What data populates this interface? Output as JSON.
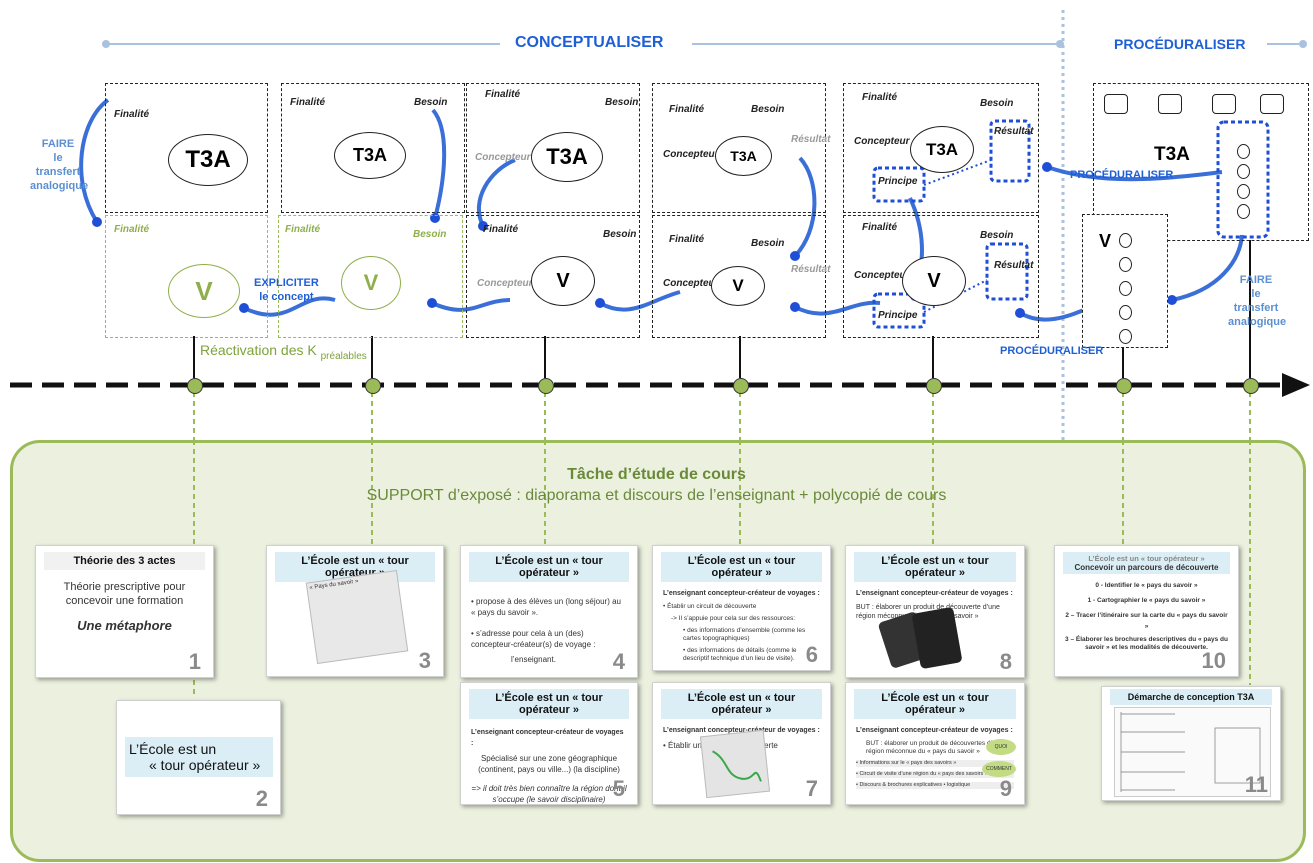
{
  "headers": {
    "conceptualiser": "CONCEPTUALISER",
    "proceduraliser": "PROCÉDURALISER"
  },
  "arrows": {
    "faire_left": [
      "FAIRE",
      "le transfert",
      "analogique"
    ],
    "expliciter": [
      "EXPLICITER",
      "le concept"
    ],
    "proceduraliser_mid": "PROCÉDURALISER",
    "proceduraliser_low": "PROCÉDURALISER",
    "faire_right": [
      "FAIRE",
      "le transfert",
      "analogique"
    ]
  },
  "reactivation": {
    "main": "Réactivation des K",
    "sub": "préalables"
  },
  "labels": {
    "finalite": "Finalité",
    "besoin": "Besoin",
    "concepteur": "Concepteur",
    "resultat": "Résultat",
    "principe": "Principe",
    "t3a": "T3A",
    "v": "V"
  },
  "task": {
    "title": "Tâche d’étude de cours",
    "subtitle": "SUPPORT d’exposé : diaporama et discours de l’enseignant  + polycopié de cours"
  },
  "slides": {
    "s1": {
      "title": "Théorie des 3 actes",
      "text": "Théorie prescriptive pour concevoir une formation",
      "emph": "Une métaphore",
      "num": "1"
    },
    "s2": {
      "line1": "L’École est un",
      "line2": "« tour opérateur »",
      "num": "2"
    },
    "s3": {
      "title": "L’École est un « tour opérateur »",
      "map": "« Pays du savoir »",
      "num": "3"
    },
    "s4": {
      "title": "L’École est un « tour opérateur »",
      "b1": "• propose à des élèves un (long séjour) au « pays du savoir ».",
      "b2": "• s’adresse pour cela à un (des) concepteur-créateur(s) de voyage :",
      "b3": "l’enseignant.",
      "num": "4"
    },
    "s5": {
      "title": "L’École est un « tour opérateur »",
      "h": "L’enseignant concepteur-créateur de voyages :",
      "b1": "Spécialisé sur une zone géographique (continent, pays ou ville...) (la discipline)",
      "b2": "=> il doit très bien connaître la région dont il s’occupe (le savoir disciplinaire)",
      "num": "5"
    },
    "s6": {
      "title": "L’École est un « tour opérateur »",
      "h": "L’enseignant concepteur-créateur de voyages :",
      "b1": "• Établir un circuit de découverte",
      "b2": "-> Il s’appuie pour cela sur des ressources:",
      "b3": "• des informations d’ensemble (comme les cartes topographiques)",
      "b4": "• des informations de détails (comme le descriptif technique d’un lieu de visite).",
      "num": "6"
    },
    "s7": {
      "title": "L’École est un « tour opérateur »",
      "h": "L’enseignant concepteur-créateur de voyages :",
      "b1": "• Établir un circuit de découverte",
      "num": "7"
    },
    "s8": {
      "title": "L’École est un « tour opérateur »",
      "h": "L’enseignant concepteur-créateur de voyages :",
      "b1": "BUT :  élaborer un produit de découverte d’une région méconnue du « pays du savoir »",
      "num": "8"
    },
    "s9": {
      "title": "L’École est un « tour opérateur »",
      "h": "L’enseignant concepteur-créateur de voyages :",
      "b1": "BUT :  élaborer un produit de découvertes d’une région méconnue du « pays du savoir »",
      "r1": "• Informations sur le « pays des savoirs »",
      "r2": "• Circuit de visite d’une région du « pays des savoirs »",
      "r3": "• Discours & brochures explicatives • logistique",
      "q1": "QUOI",
      "q2": "COMMENT",
      "num": "9"
    },
    "s10": {
      "title": "L’École est un « tour opérateur »",
      "sub": "Concevoir un parcours de découverte",
      "l0": "0 - Identifier le « pays du savoir »",
      "l1": "1 - Cartographier le « pays du savoir »",
      "l2": "2 – Tracer l’itinéraire sur la carte du « pays du savoir »",
      "l3": "3 – Élaborer les brochures descriptives du « pays du savoir » et les modalités de découverte.",
      "num": "10"
    },
    "s11": {
      "title": "Démarche de conception T3A",
      "num": "11"
    }
  },
  "colors": {
    "conceptualiser": "#1f5fd6",
    "green": "#9bbb59",
    "bg": "#ebf1de"
  }
}
